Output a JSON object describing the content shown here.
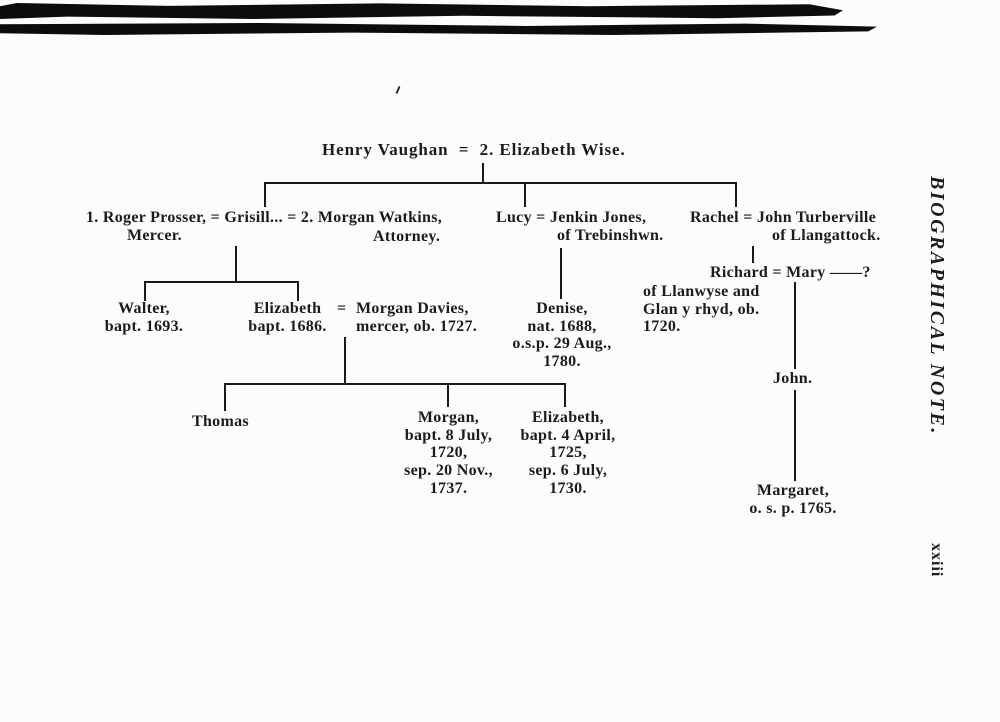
{
  "page": {
    "margin_title": "BIOGRAPHICAL NOTE.",
    "page_number": "xxiii",
    "ink_color": "#1b1b1b"
  },
  "tree": {
    "gen1": {
      "couple": "Henry Vaughan  =  2. Elizabeth Wise."
    },
    "gen2": {
      "prosser_grisill_watkins": "1. Roger Prosser, = Grisill... = 2. Morgan Watkins,",
      "prosser_occupation": "Mercer.",
      "watkins_occupation": "Attorney.",
      "lucy_jenkin": "Lucy = Jenkin Jones,",
      "jenkin_place": "of Trebinshwn.",
      "rachel_turberville": "Rachel = John Turberville",
      "turberville_place": "of Llangattock."
    },
    "gen3": {
      "walter": {
        "lines": [
          "Walter,",
          "bapt. 1693."
        ]
      },
      "elizabeth": {
        "lines": [
          "Elizabeth",
          "bapt. 1686."
        ]
      },
      "elizabeth_equals": "=",
      "morgan_davies": {
        "lines": [
          "Morgan Davies,",
          "mercer, ob. 1727."
        ]
      },
      "denise": {
        "lines": [
          "Denise,",
          "nat. 1688,",
          "o.s.p. 29 Aug.,",
          "1780."
        ]
      },
      "richard_mary": "Richard = Mary ——?",
      "richard_detail": {
        "lines": [
          "of Llanwyse and",
          "Glan y rhyd, ob.",
          "1720."
        ]
      }
    },
    "gen4": {
      "thomas": "Thomas",
      "morgan": {
        "lines": [
          "Morgan,",
          "bapt. 8 July,",
          "1720,",
          "sep. 20 Nov.,",
          "1737."
        ]
      },
      "elizabeth": {
        "lines": [
          "Elizabeth,",
          "bapt. 4 April,",
          "1725,",
          "sep. 6 July,",
          "1730."
        ]
      },
      "john": "John.",
      "margaret": {
        "lines": [
          "Margaret,",
          "o. s. p. 1765."
        ]
      }
    }
  }
}
